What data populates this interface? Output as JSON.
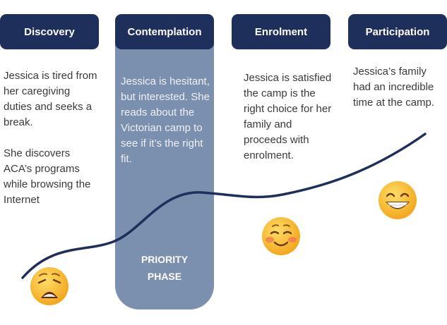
{
  "stages": [
    {
      "title": "Discovery",
      "text": "Jessica is tired from her caregiving duties and seeks a break.\n\nShe discovers ACA’s programs while browsing the Internet"
    },
    {
      "title": "Contemplation",
      "text": "Jessica is hesitant, but interested. She reads about the Victorian camp to see if it’s the right fit."
    },
    {
      "title": "Enrolment",
      "text": "Jessica is satisfied the camp is the right choice for her family and proceeds with enrolment."
    },
    {
      "title": "Participation",
      "text": "Jessica’s family had an incredible time at the camp."
    }
  ],
  "priority_phase_label": "PRIORITY\nPHASE",
  "emotions": [
    {
      "stage": "Discovery",
      "icon": "weary-face-icon"
    },
    {
      "stage": "Enrolment",
      "icon": "smiling-face-icon"
    },
    {
      "stage": "Participation",
      "icon": "grinning-face-icon"
    }
  ],
  "colors": {
    "header_bg": "#1f2f5c",
    "priority_band": "#7b8fae",
    "journey_line": "#1f2f5c",
    "emoji_fill": "#f7b733"
  }
}
